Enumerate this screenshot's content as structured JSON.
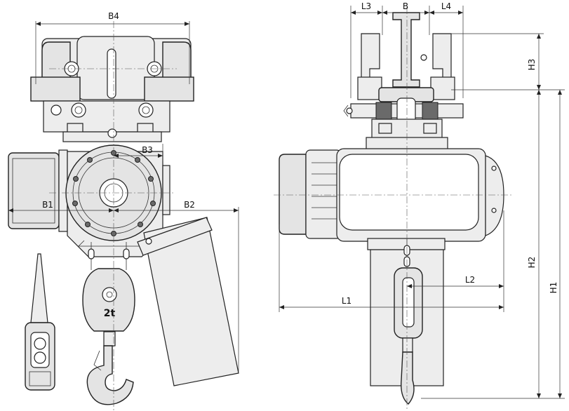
{
  "drawing": {
    "dimensions": {
      "b4": "B4",
      "b3": "B3",
      "b1": "B1",
      "b2": "B2",
      "l3": "L3",
      "b": "B",
      "l4": "L4",
      "h3": "H3",
      "h2": "H2",
      "h1": "H1",
      "l1": "L1",
      "l2": "L2"
    },
    "capacity_marking": "2t"
  },
  "colors": {
    "line": "#222222",
    "part_fill": "#e4e4e4",
    "background": "#ffffff"
  }
}
